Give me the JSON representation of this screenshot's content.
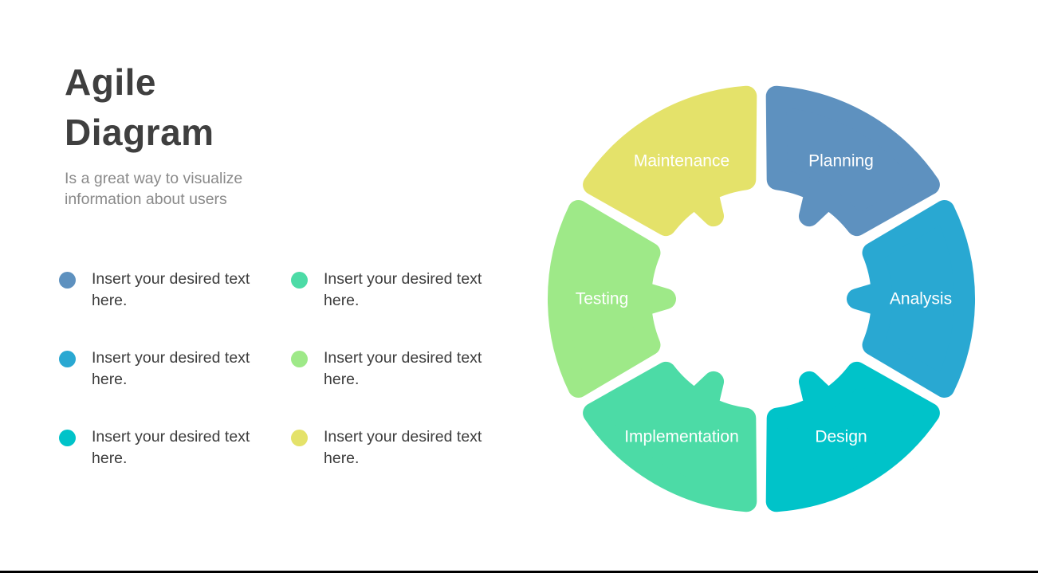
{
  "slide": {
    "title": "Agile Diagram",
    "subtitle": "Is a great way to visualize information about users"
  },
  "bullets": [
    {
      "color": "#5E91BF",
      "text": "Insert your desired text here."
    },
    {
      "color": "#29A8D2",
      "text": "Insert your desired text here."
    },
    {
      "color": "#00C3C9",
      "text": "Insert your desired text here."
    },
    {
      "color": "#4CDBA6",
      "text": "Insert your desired text here."
    },
    {
      "color": "#9EE988",
      "text": "Insert your desired text here."
    },
    {
      "color": "#E4E26A",
      "text": "Insert your desired text here."
    }
  ],
  "diagram": {
    "type": "cycle",
    "segments": [
      {
        "label": "Planning",
        "color": "#5E91BF",
        "angle": 60
      },
      {
        "label": "Analysis",
        "color": "#29A8D2",
        "angle": 0
      },
      {
        "label": "Design",
        "color": "#00C3C9",
        "angle": -60
      },
      {
        "label": "Implementation",
        "color": "#4CDBA6",
        "angle": -120
      },
      {
        "label": "Testing",
        "color": "#9EE988",
        "angle": 180
      },
      {
        "label": "Maintenance",
        "color": "#E4E26A",
        "angle": 120
      }
    ]
  }
}
